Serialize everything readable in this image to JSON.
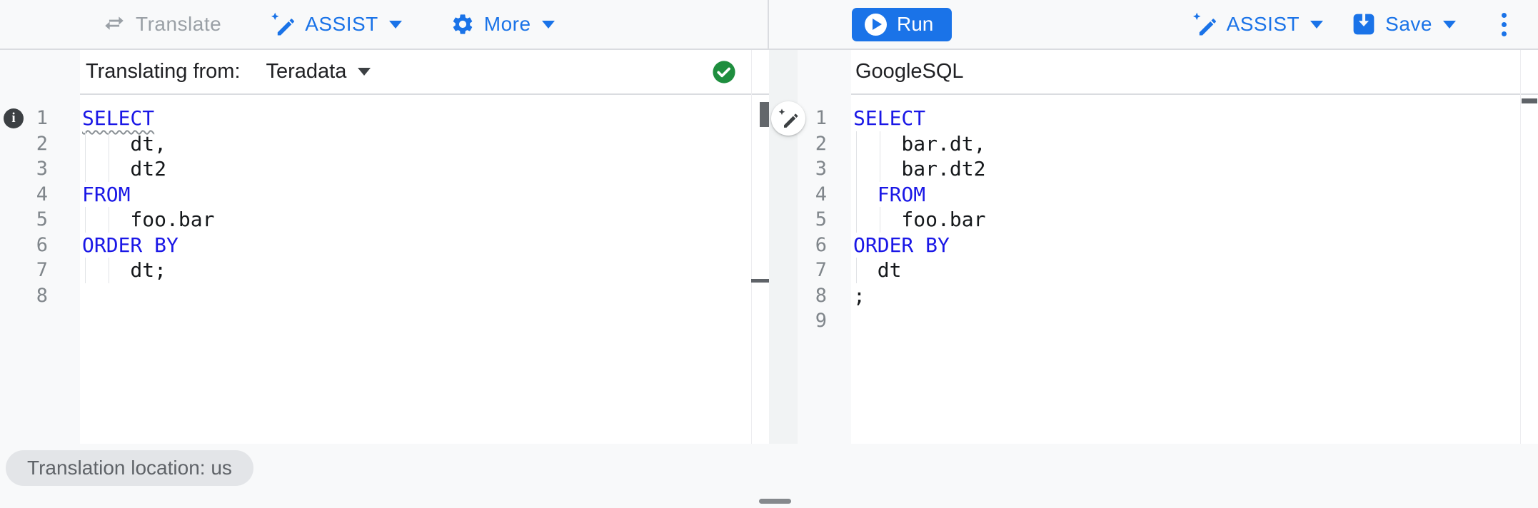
{
  "colors": {
    "accent": "#1a73e8",
    "keyword_blue": "#1a17e6",
    "success_green": "#1e8e3e",
    "disabled_gray": "#9aa0a6",
    "divider": "#dadce0"
  },
  "toolbar": {
    "translate": {
      "label": "Translate",
      "icon": "swap-arrows-icon",
      "disabled": true
    },
    "assist": {
      "label": "ASSIST",
      "icon": "pen-spark-icon"
    },
    "more": {
      "label": "More",
      "icon": "gear-icon"
    },
    "run": {
      "label": "Run",
      "icon": "play-icon"
    },
    "assist_right": {
      "label": "ASSIST",
      "icon": "pen-spark-icon"
    },
    "save": {
      "label": "Save",
      "icon": "save-icon"
    },
    "overflow": {
      "icon": "kebab-menu-icon"
    }
  },
  "source_panel": {
    "header_label": "Translating from:",
    "dialect": "Teradata",
    "status_icon": "check-circle-icon",
    "editor": {
      "lines": [
        {
          "n": "1",
          "text": "SELECT",
          "kind": "kw",
          "wavy": true,
          "guides": []
        },
        {
          "n": "2",
          "text": "    dt,",
          "kind": "plain",
          "guides": [
            0,
            1
          ]
        },
        {
          "n": "3",
          "text": "    dt2",
          "kind": "plain",
          "guides": [
            0,
            1
          ]
        },
        {
          "n": "4",
          "text": "FROM",
          "kind": "kw",
          "guides": []
        },
        {
          "n": "5",
          "text": "    foo.bar",
          "kind": "plain",
          "guides": [
            0,
            1
          ]
        },
        {
          "n": "6",
          "text": "ORDER BY",
          "kind": "kw",
          "guides": []
        },
        {
          "n": "7",
          "text": "    dt;",
          "kind": "plain",
          "guides": [
            0,
            1
          ]
        },
        {
          "n": "8",
          "text": "",
          "kind": "plain",
          "guides": []
        }
      ]
    }
  },
  "target_panel": {
    "header_label": "GoogleSQL",
    "editor": {
      "lines": [
        {
          "n": "1",
          "text": "SELECT",
          "kind": "kw",
          "guides": []
        },
        {
          "n": "2",
          "text": "    bar.dt,",
          "kind": "plain",
          "guides": [
            0,
            1
          ]
        },
        {
          "n": "3",
          "text": "    bar.dt2",
          "kind": "plain",
          "guides": [
            0,
            1
          ]
        },
        {
          "n": "4",
          "text": "  FROM",
          "kind": "kw",
          "guides": [
            0
          ]
        },
        {
          "n": "5",
          "text": "    foo.bar",
          "kind": "plain",
          "guides": [
            0,
            1
          ]
        },
        {
          "n": "6",
          "text": "ORDER BY",
          "kind": "kw",
          "guides": []
        },
        {
          "n": "7",
          "text": "  dt",
          "kind": "plain",
          "guides": [
            0
          ]
        },
        {
          "n": "8",
          "text": ";",
          "kind": "plain",
          "guides": []
        },
        {
          "n": "9",
          "text": "",
          "kind": "plain",
          "guides": []
        }
      ]
    }
  },
  "footer": {
    "location_chip": "Translation location: us"
  }
}
